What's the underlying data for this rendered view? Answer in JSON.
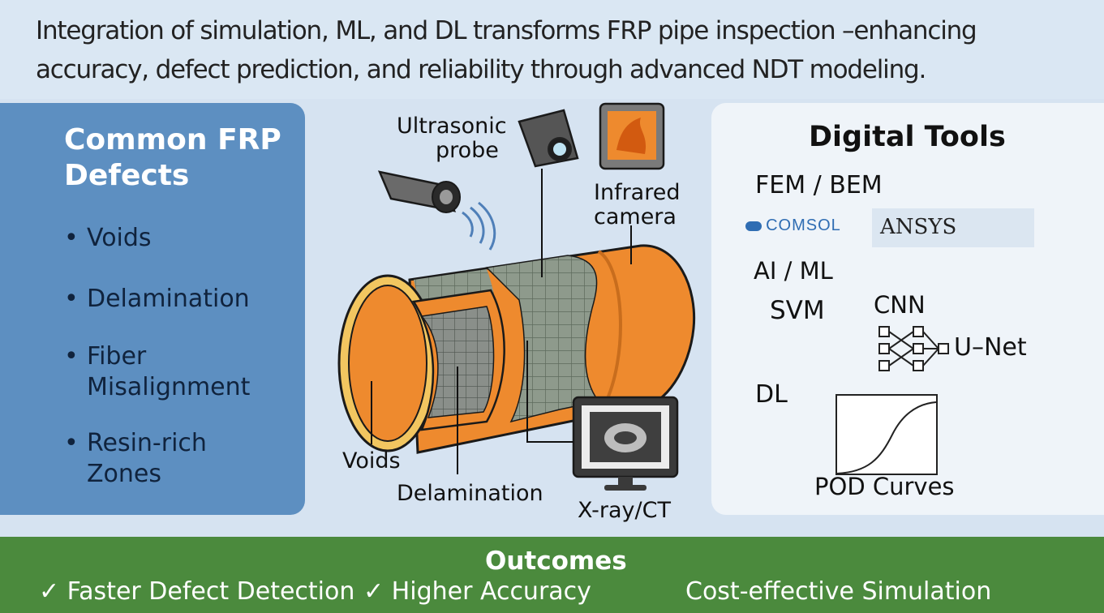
{
  "headline": "Integration of simulation, ML, and DL transforms FRP pipe inspection –enhancing accuracy, defect prediction, and reliability through advanced NDT modeling.",
  "defects_panel": {
    "title_line1": "Common FRP",
    "title_line2": "Defects",
    "items": [
      {
        "line1": "Voids",
        "line2": ""
      },
      {
        "line1": "Delamination",
        "line2": ""
      },
      {
        "line1": "Fiber",
        "line2": "Misalignment"
      },
      {
        "line1": "Resin-rich",
        "line2": "Zones"
      }
    ]
  },
  "diagram": {
    "ultrasonic_line1": "Ultrasonic",
    "ultrasonic_line2": "probe",
    "infrared_line1": "Infrared",
    "infrared_line2": "camera",
    "voids": "Voids",
    "delamination": "Delamination",
    "xray": "X-ray/CT"
  },
  "tools_panel": {
    "title": "Digital Tools",
    "fem": "FEM / BEM",
    "comsol": "COMSOL",
    "ansys": "ANSYS",
    "aiml": "AI / ML",
    "svm": "SVM",
    "cnn": "CNN",
    "unet": "U–Net",
    "dl": "DL",
    "pod": "POD Curves"
  },
  "outcomes": {
    "title": "Outcomes",
    "items": [
      "✓ Faster Defect Detection",
      "✓ Higher Accuracy",
      "Cost-effective Simulation"
    ]
  },
  "colors": {
    "pipe_orange": "#ee8a2e",
    "panel_blue": "#5d8fc1",
    "outcome_green": "#4b8a3d"
  }
}
